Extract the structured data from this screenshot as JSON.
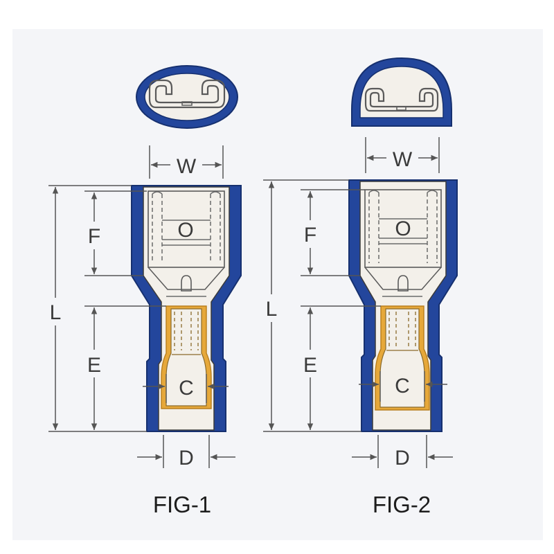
{
  "colors": {
    "insulation": "#23469c",
    "insulation_dark": "#16306f",
    "metal_fill": "#f3f0ea",
    "metal_line": "#5a5a5a",
    "crimp": "#e6a83a",
    "dim_line": "#555555",
    "background": "#f4f5f8"
  },
  "figures": [
    {
      "id": "fig1",
      "caption": "FIG-1",
      "end_view_shape": "oval",
      "labels": {
        "w": "W",
        "f": "F",
        "l": "L",
        "e": "E",
        "c": "C",
        "d": "D",
        "hole": "O"
      }
    },
    {
      "id": "fig2",
      "caption": "FIG-2",
      "end_view_shape": "d-shape",
      "labels": {
        "w": "W",
        "f": "F",
        "l": "L",
        "e": "E",
        "c": "C",
        "d": "D",
        "hole": "O"
      }
    }
  ]
}
